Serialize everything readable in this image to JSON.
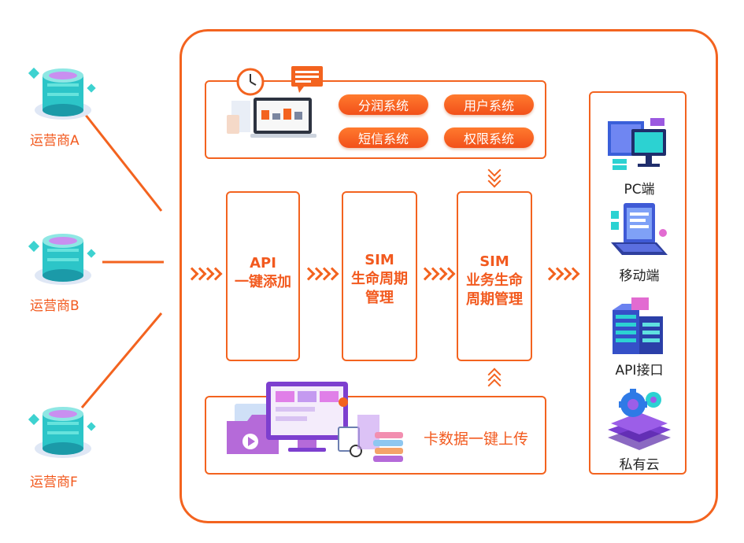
{
  "operators": [
    {
      "label": "运营商A"
    },
    {
      "label": "运营商B"
    },
    {
      "label": "运营商F"
    }
  ],
  "top_systems": [
    "分润系统",
    "用户系统",
    "短信系统",
    "权限系统"
  ],
  "modules": {
    "api": {
      "line1": "API",
      "line2": "一键添加"
    },
    "sim_lifecycle": {
      "line1": "SIM",
      "line2": "生命周期",
      "line3": "管理"
    },
    "sim_business": {
      "line1": "SIM",
      "line2": "业务生命",
      "line3": "周期管理"
    }
  },
  "bottom": {
    "label": "卡数据一键上传"
  },
  "outputs": [
    "PC端",
    "移动端",
    "API接口",
    "私有云"
  ],
  "colors": {
    "accent": "#f3631f",
    "accent_fill": "#f2501a",
    "cyan": "#27c6c4",
    "purple": "#8a3fd0"
  }
}
